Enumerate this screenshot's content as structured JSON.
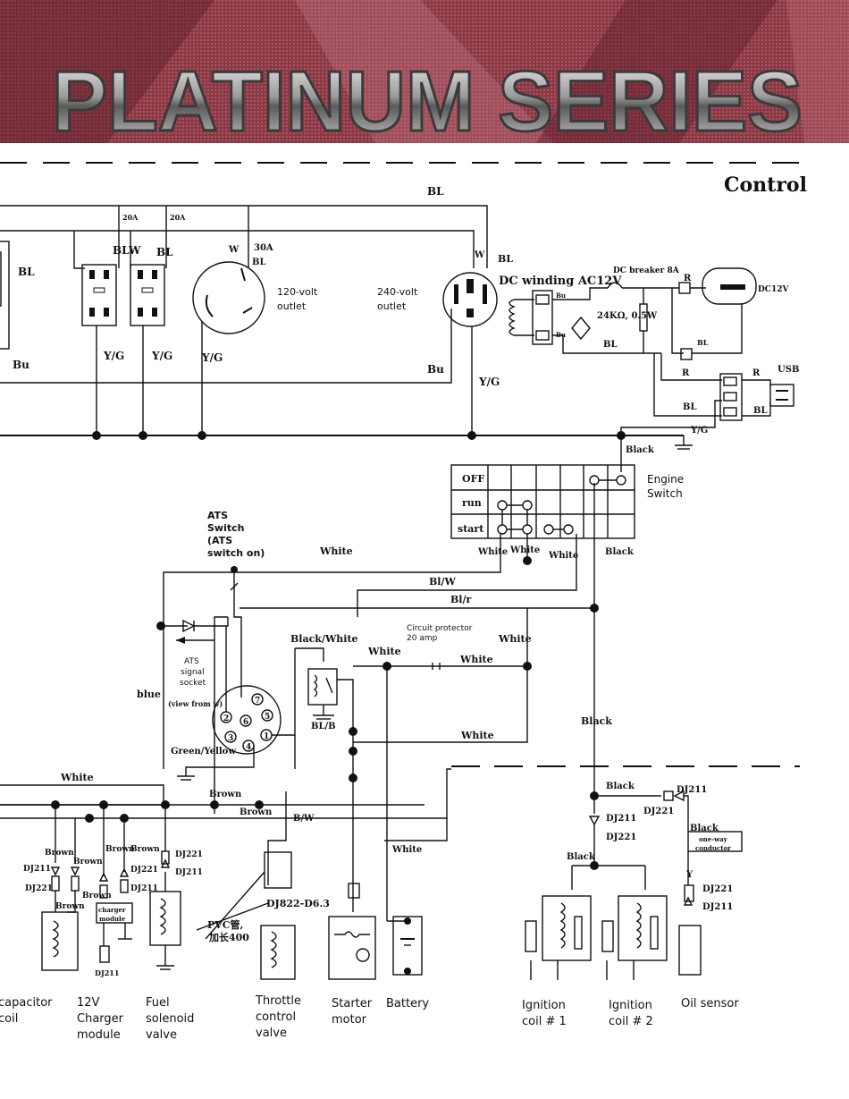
{
  "banner": {
    "title": "PLATINUM SERIES"
  },
  "section_title": "Control",
  "top_labels": {
    "bl_top": "BL",
    "bl_left": "BL",
    "bu_left": "Bu",
    "bu_right": "Bu",
    "fuse1": "20A",
    "fuse2": "20A",
    "fuse3": "30A",
    "out1_bl": "BL",
    "out1_w": "W",
    "out2_bl": "BL",
    "out2_w": "W",
    "out3_w": "W",
    "out3_bl": "BL",
    "out4_w": "W",
    "out4_bl": "BL",
    "yg1": "Y/G",
    "yg2": "Y/G",
    "yg3": "Y/G",
    "yg4": "Y/G"
  },
  "outlets": {
    "o120": "120-volt outlet",
    "o240": "240-volt outlet"
  },
  "dc": {
    "winding": "DC winding AC12V",
    "breaker": "DC breaker 8A",
    "r1": "R",
    "r2": "R",
    "r3": "R",
    "bl1": "BL",
    "bl2": "BL",
    "bl3": "BL",
    "bl4": "BL",
    "resistor": "24KΩ, 0.5W",
    "dc12v": "DC12V",
    "usb": "USB",
    "yg": "Y/G",
    "black": "Black",
    "bu1": "Bu",
    "bu2": "Bu"
  },
  "engine_switch": {
    "label": "Engine Switch",
    "rows": [
      "OFF",
      "run",
      "start"
    ],
    "white1": "White",
    "white2": "White",
    "white3": "White",
    "black": "Black"
  },
  "ats": {
    "switch_label": "ATS Switch (ATS switch on)",
    "white_top": "White",
    "socket_label": "ATS signal socket",
    "face_label": "(view from w)",
    "pins": [
      "1",
      "2",
      "3",
      "4",
      "5",
      "6",
      "7"
    ],
    "blue": "blue",
    "green_yellow": "Green/Yellow"
  },
  "mid_labels": {
    "bl_w": "Bl/W",
    "bl_r": "Bl/r",
    "black_white": "Black/White",
    "white_a": "White",
    "white_b": "White",
    "white_c": "White",
    "white_d": "White",
    "circuit_protector": "Circuit protector 20 amp",
    "black": "Black",
    "bl_b": "BL/B",
    "white_left": "White",
    "brown1": "Brown",
    "brown2": "Brown",
    "b_w": "B/W",
    "white_low": "White"
  },
  "lower_labels": {
    "brown_a": "Brown",
    "brown_b": "Brown",
    "brown_c": "Brown",
    "brown_d": "Brown",
    "brown_e": "Brown",
    "brown_f": "Brown",
    "dj211_a": "DJ211",
    "dj211_b": "DJ211",
    "dj211_c": "DJ211",
    "dj211_d": "DJ211",
    "dj211_e": "DJ211",
    "dj211_f": "DJ211",
    "dj221_a": "DJ221",
    "dj221_b": "DJ221",
    "dj221_c": "DJ221",
    "dj221_d": "DJ221",
    "dj221_e": "DJ221",
    "charger_module_box": "charger module",
    "dj822": "DJ822-D6.3",
    "pvc": "PVC管, 加长400",
    "black_a": "Black",
    "black_b": "Black",
    "black_c": "Black",
    "one_way": "one-way conductor",
    "y": "Y"
  },
  "components": [
    {
      "name": "capacitor-coil",
      "label": "capacitor coil"
    },
    {
      "name": "12v-charger-module",
      "label": "12V Charger module"
    },
    {
      "name": "fuel-solenoid-valve",
      "label": "Fuel solenoid valve"
    },
    {
      "name": "throttle-control-valve",
      "label": "Throttle control valve"
    },
    {
      "name": "starter-motor",
      "label": "Starter motor"
    },
    {
      "name": "battery",
      "label": "Battery"
    },
    {
      "name": "ignition-coil-1",
      "label": "Ignition coil # 1"
    },
    {
      "name": "ignition-coil-2",
      "label": "Ignition coil # 2"
    },
    {
      "name": "oil-sensor",
      "label": "Oil sensor"
    }
  ]
}
